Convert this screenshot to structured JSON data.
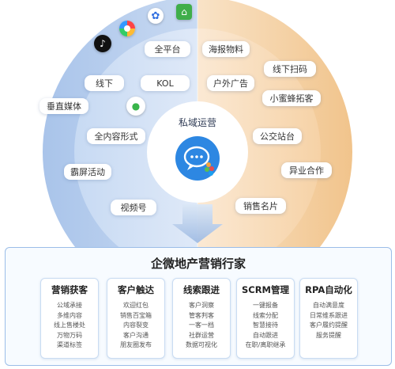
{
  "center": {
    "title": "私域运营",
    "icon": "wechat-bubble-icon"
  },
  "channels_left": [
    "全平台",
    "线下",
    "KOL",
    "垂直媒体",
    "全内容形式",
    "霸屏活动",
    "视频号"
  ],
  "channels_right": [
    "海报物料",
    "线下扫码",
    "户外广告",
    "小蜜蜂拓客",
    "公交站台",
    "异业合作",
    "销售名片"
  ],
  "platform_icons": [
    "tiktok-icon",
    "browser-icon",
    "baidu-paw-icon",
    "home-app-icon",
    "wechat-app-icon"
  ],
  "colors": {
    "left_half": "#b9cfee",
    "right_half": "#f6d5aa",
    "accent_blue": "#2d87e2",
    "arrow": "#a8c2e6"
  },
  "solution": {
    "title": "企微地产营销行家",
    "modules": [
      {
        "title": "营销获客",
        "items": [
          "公域承接",
          "多维内容",
          "线上售楼处",
          "万物万码",
          "渠道标签"
        ]
      },
      {
        "title": "客户触达",
        "items": [
          "欢迎红包",
          "销售百宝箱",
          "内容裂变",
          "客户沟通",
          "朋友圈发布"
        ]
      },
      {
        "title": "线索跟进",
        "items": [
          "客户洞察",
          "管客判客",
          "一客一档",
          "社群运营",
          "数据可视化"
        ]
      },
      {
        "title": "SCRM管理",
        "items": [
          "一键报备",
          "线索分配",
          "智慧接待",
          "自动跟进",
          "在职/离职继承"
        ]
      },
      {
        "title": "RPA自动化",
        "items": [
          "自动满意度",
          "日常维系跟进",
          "客户履约提醒",
          "服务提醒"
        ]
      }
    ]
  }
}
